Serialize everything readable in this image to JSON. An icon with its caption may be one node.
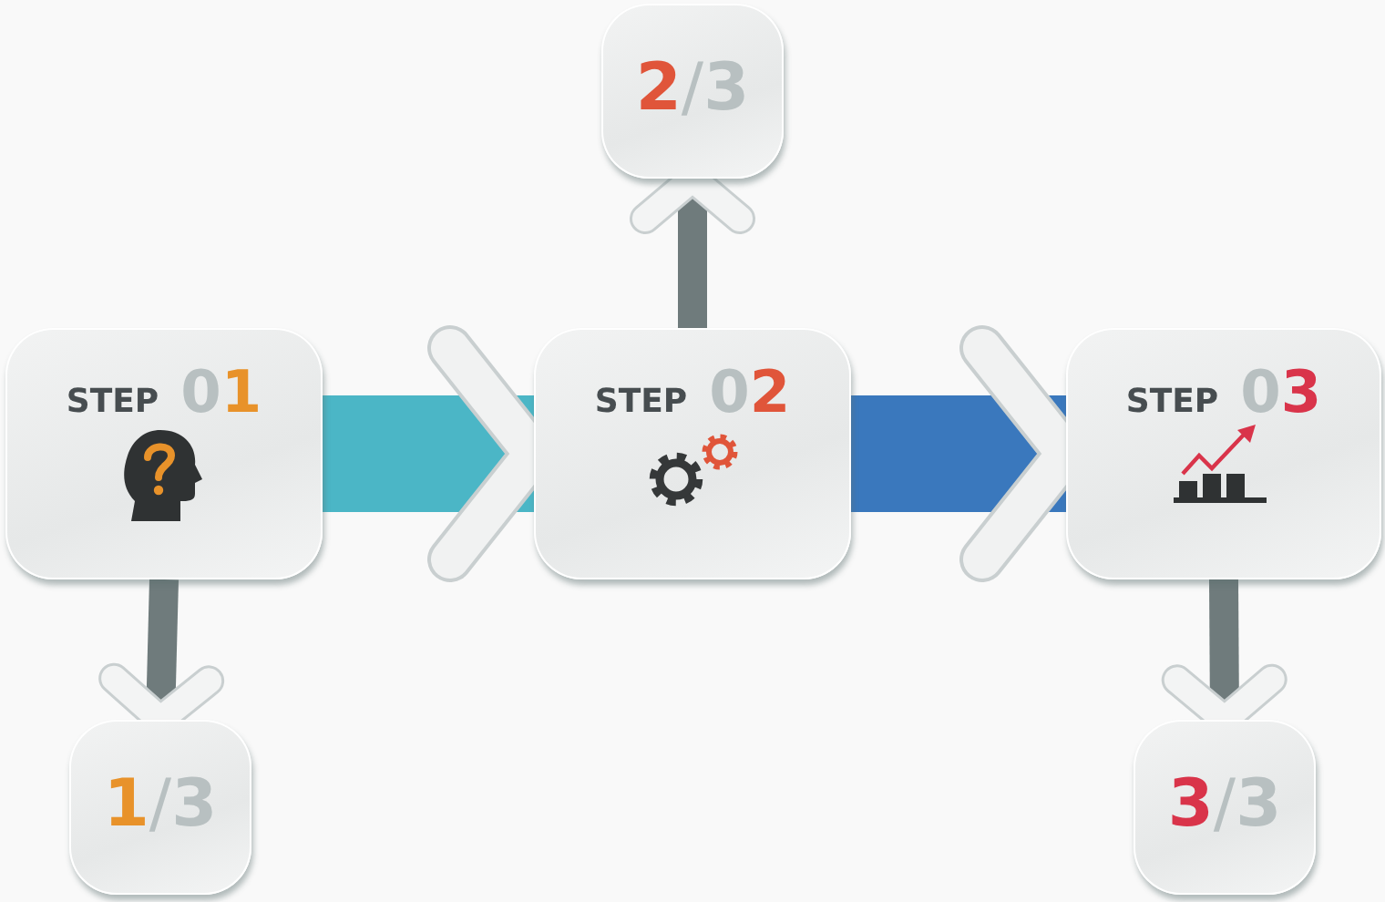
{
  "diagram": {
    "nodes": [
      {
        "text": [
          "STEP",
          "01"
        ]
      },
      {
        "text": [
          "1/3"
        ]
      },
      {
        "text": [
          "STEP",
          "02"
        ]
      },
      {
        "text": [
          "2/3"
        ]
      },
      {
        "text": [
          "STEP",
          "03"
        ]
      },
      {
        "text": [
          "3/3"
        ]
      }
    ],
    "edges": [
      {
        "from": 0,
        "to": 2,
        "arrow": "to",
        "style": "thick",
        "color": "#4bb6c6"
      },
      {
        "from": 2,
        "to": 4,
        "arrow": "to",
        "style": "thick",
        "color": "#3a78bd"
      },
      {
        "from": 0,
        "to": 1,
        "arrow": "to"
      },
      {
        "from": 2,
        "to": 3,
        "arrow": "to"
      },
      {
        "from": 4,
        "to": 5,
        "arrow": "to"
      }
    ]
  }
}
